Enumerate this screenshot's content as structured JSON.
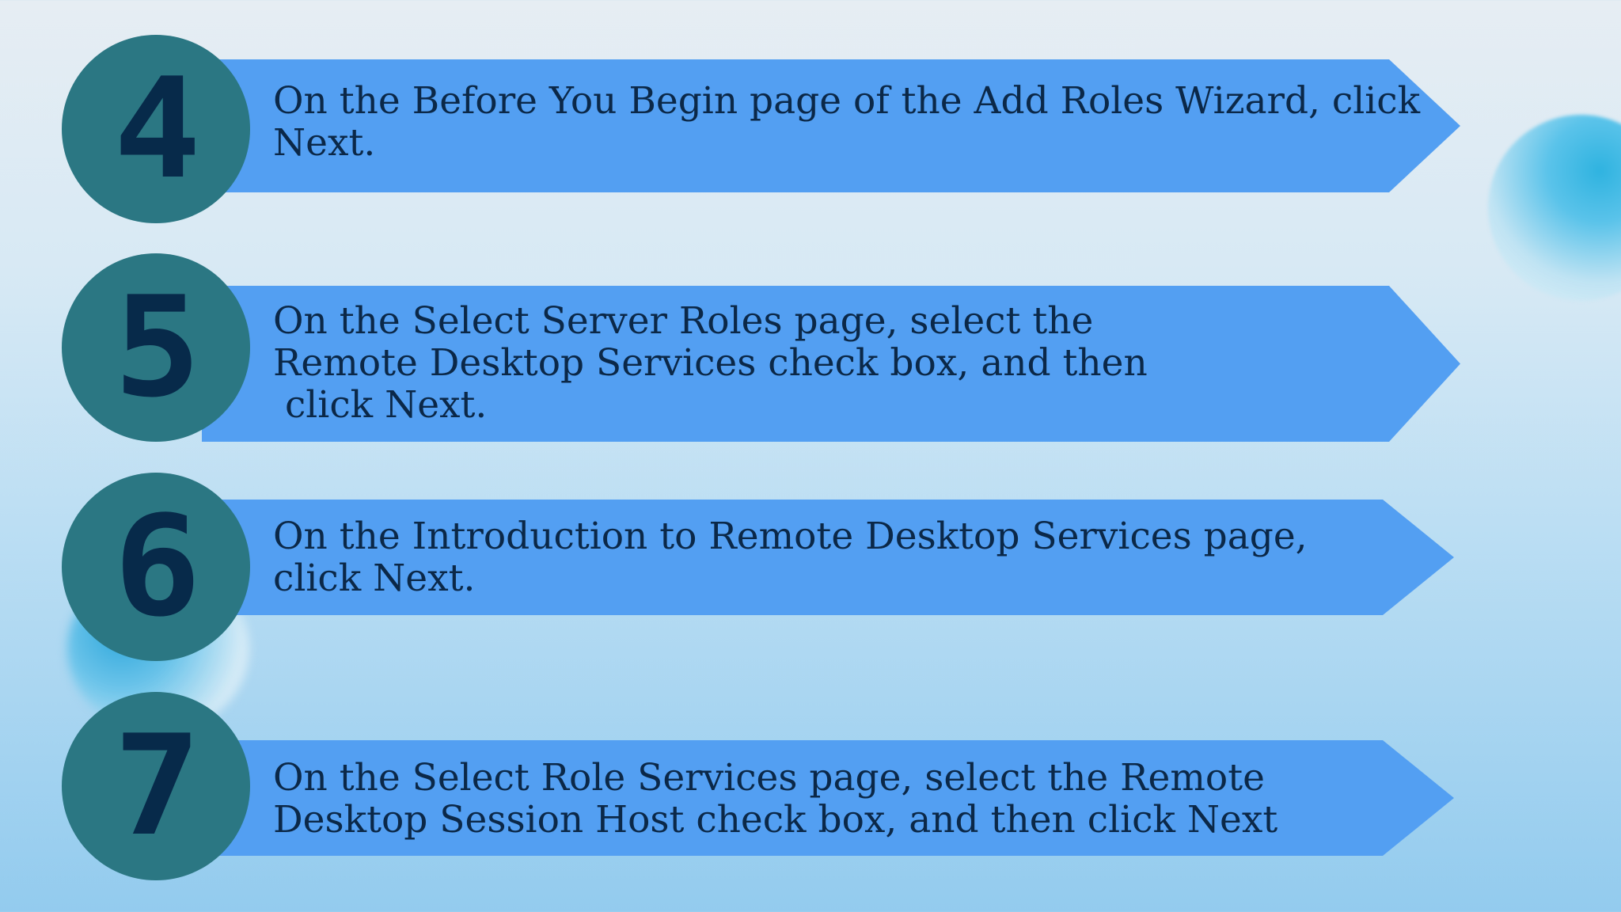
{
  "steps": [
    {
      "number": "4",
      "text": "On the Before You Begin page of the Add Roles Wizard, click\nNext."
    },
    {
      "number": "5",
      "text": "On the Select Server Roles page, select the\nRemote Desktop Services check box, and then\n click Next."
    },
    {
      "number": "6",
      "text": "On the Introduction to Remote Desktop Services page,\nclick Next."
    },
    {
      "number": "7",
      "text": "On the Select Role Services page, select the Remote\nDesktop Session Host check box, and then click Next"
    }
  ],
  "colors": {
    "banner": "#539ff2",
    "circle": "#2b7783",
    "text": "#0b2848",
    "number": "#072a4a"
  }
}
